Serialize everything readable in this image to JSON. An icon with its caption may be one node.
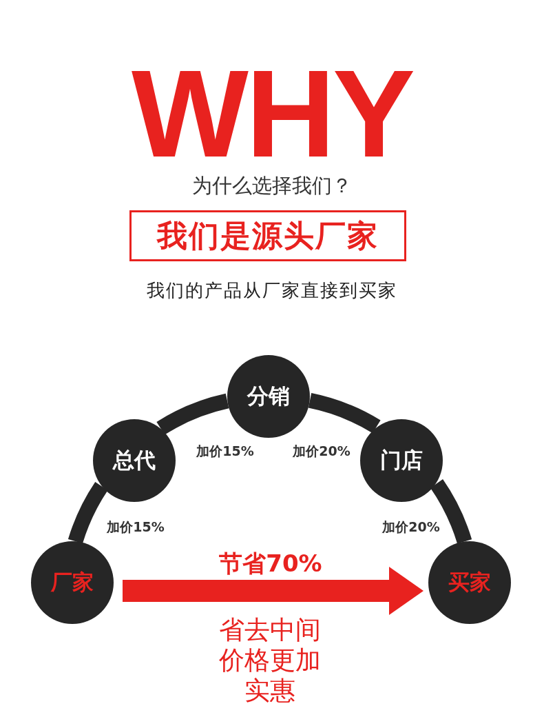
{
  "diagram": {
    "title": "WHY",
    "nodes": [
      {
        "text": [
          "我们是源头厂家"
        ]
      },
      {
        "text": [
          "分销"
        ]
      },
      {
        "text": [
          "总代"
        ]
      },
      {
        "text": [
          "门店"
        ]
      },
      {
        "text": [
          "厂家"
        ]
      },
      {
        "text": [
          "买家"
        ]
      }
    ],
    "edges": [
      {
        "from": 4,
        "to": 2,
        "arrow": "none",
        "label": "加价15%"
      },
      {
        "from": 2,
        "to": 1,
        "arrow": "none",
        "label": "加价15%"
      },
      {
        "from": 1,
        "to": 3,
        "arrow": "none",
        "label": "加价20%"
      },
      {
        "from": 3,
        "to": 5,
        "arrow": "none",
        "label": "加价20%"
      },
      {
        "from": 4,
        "to": 5,
        "arrow": "to",
        "label": "节省70%",
        "color": "#e8221f"
      }
    ],
    "labels": [
      "为什么选择我们？",
      "我们的产品从厂家直接到买家",
      "省去中间价格更加实惠"
    ]
  }
}
